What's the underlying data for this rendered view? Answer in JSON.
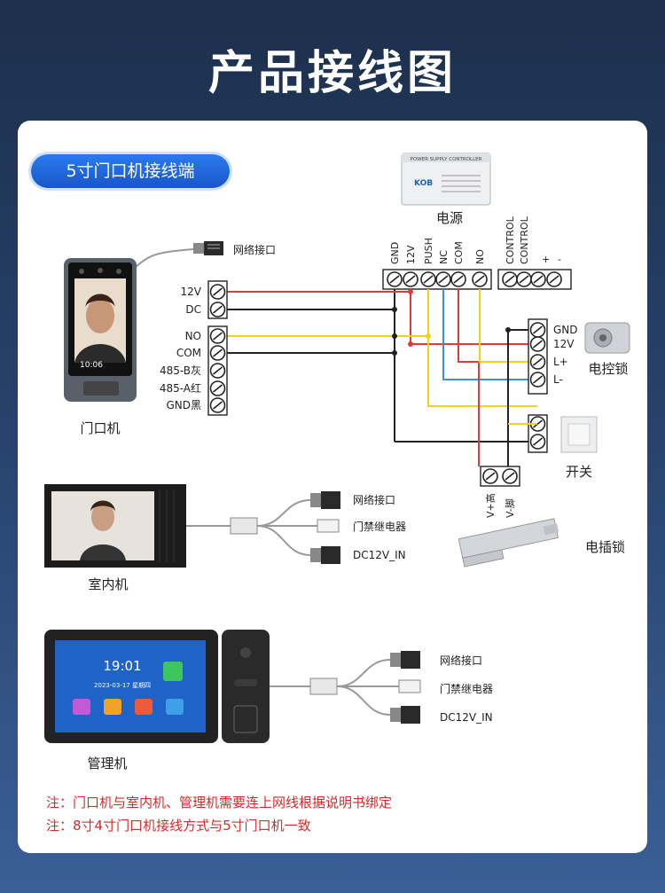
{
  "page_title": "产品接线图",
  "section_title": "5寸门口机接线端",
  "power_supply": {
    "label": "电源",
    "plate_header": "POWER SUPPLY CONTROLLER",
    "brand": "KOB"
  },
  "top_terminal_labels": [
    "GND",
    "12V",
    "PUSH",
    "NC",
    "COM",
    "NO"
  ],
  "control_labels": [
    "CONTROL",
    "CONTROL",
    "+",
    "-"
  ],
  "door_station": {
    "label": "门口机",
    "screen_time": "10:06",
    "network_label": "网络接口",
    "terminals": [
      "12V",
      "DC",
      "NO",
      "COM",
      "485-B灰",
      "485-A红",
      "GND黑"
    ]
  },
  "lock_terminal_labels": [
    "GND",
    "12V",
    "L+",
    "L-"
  ],
  "electric_lock_label": "电控锁",
  "switch_label": "开关",
  "bottom_terminal_labels": [
    "V+高",
    "V-脚"
  ],
  "bolt_lock_label": "电插锁",
  "indoor_monitor": {
    "label": "室内机",
    "cables": [
      "网络接口",
      "门禁继电器",
      "DC12V_IN"
    ]
  },
  "management": {
    "label": "管理机",
    "screen_time": "19:01",
    "screen_date": "2023-03-17 星期四",
    "cables": [
      "网络接口",
      "门禁继电器",
      "DC12V_IN"
    ]
  },
  "notes": [
    "注：门口机与室内机、管理机需要连上网线根据说明书绑定",
    "注：8寸4寸门口机接线方式与5寸门口机一致"
  ],
  "colors": {
    "red": "#e03b3b",
    "black": "#222222",
    "yellow": "#f2d21c",
    "blue": "#3b8fe0",
    "accent": "#1a62d6"
  }
}
